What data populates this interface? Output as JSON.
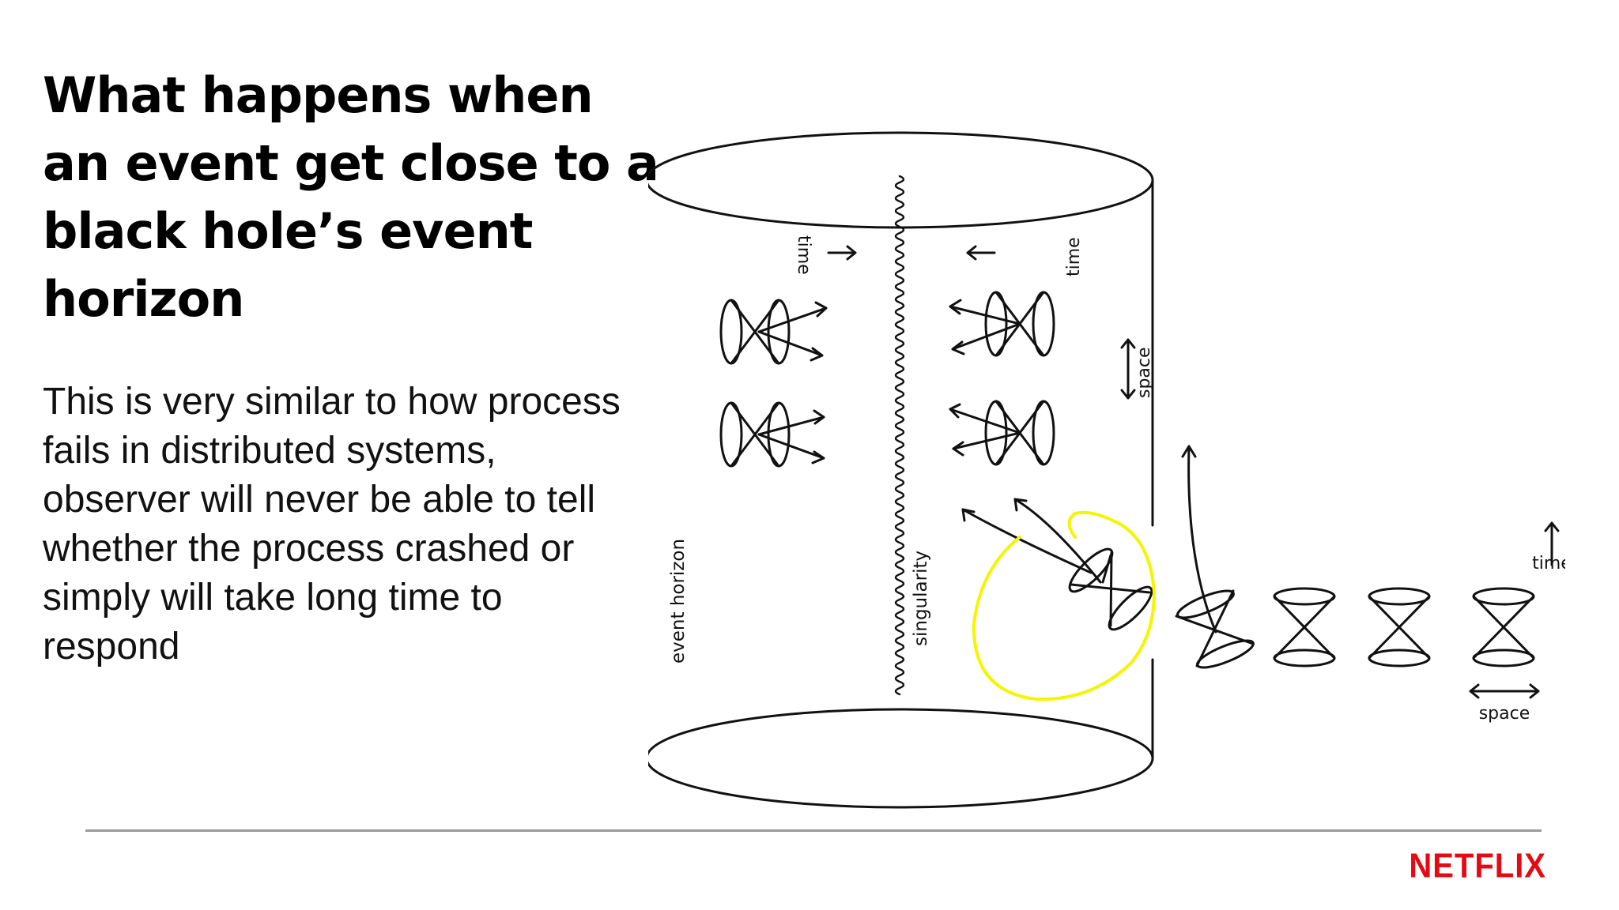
{
  "slide": {
    "title": "What happens when an event get close to a black hole’s event horizon",
    "body": "This is very similar to how process fails in distributed systems, observer will never be able to tell whether the process crashed or simply will take long time to respond",
    "brand": "NETFLIX",
    "brand_color": "#e50914",
    "highlight_color": "#f5f500"
  },
  "diagram": {
    "labels": {
      "event_horizon": "event horizon",
      "singularity": "singularity",
      "time_inside_left": "time",
      "time_inside_right": "time",
      "space_inside": "space",
      "time_outside": "time",
      "space_outside": "space"
    }
  }
}
